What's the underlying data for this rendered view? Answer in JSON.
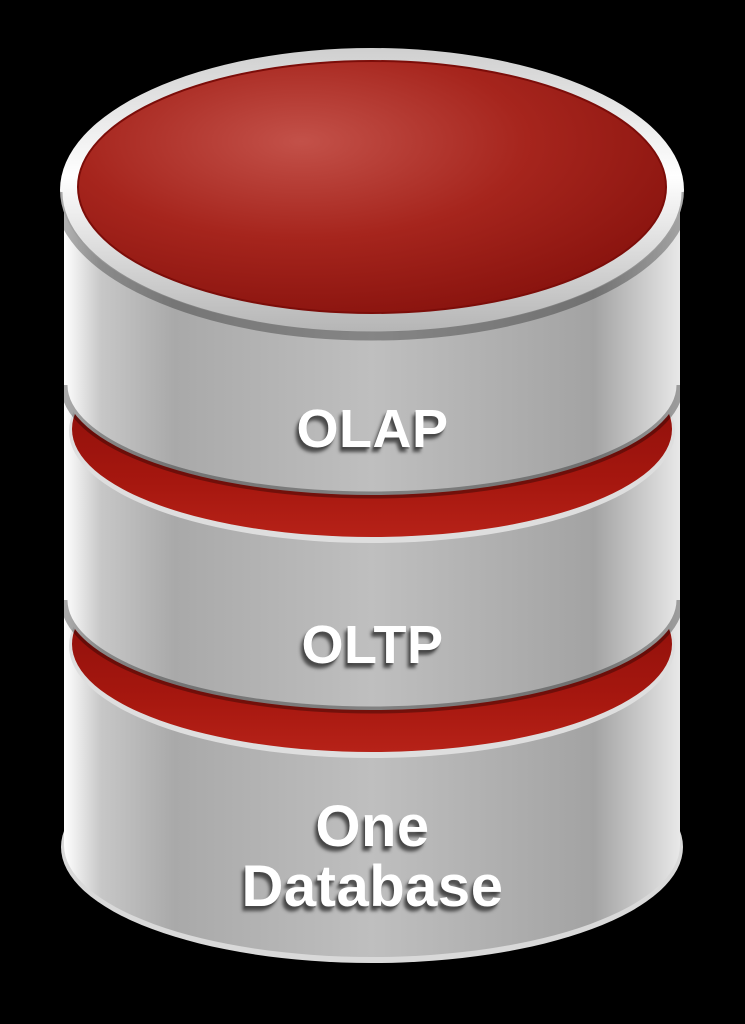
{
  "diagram": {
    "type": "stacked-database-cylinder",
    "description": "Three stacked database cylinder segments labeled OLAP, OLTP and One Database on a black background",
    "labels": {
      "top_segment": "OLAP",
      "middle_segment": "OLTP",
      "bottom_segment_line1": "One",
      "bottom_segment_line2": "Database"
    },
    "colors": {
      "background": "#000000",
      "body_edge_left": "#ffffff",
      "body_soft": "#c7c7c7",
      "body_shade": "#a9a9a9",
      "body_mid": "#bfbfbf",
      "body_dark": "#a3a3a3",
      "body_edge_right": "#e8e8e8",
      "rim_top": "#cfcfcf",
      "rim_bright": "#ffffff",
      "rim_bottom": "#b5b5b5",
      "face_red_sheen": "#c35149",
      "face_red_mid": "#a6251d",
      "face_red_deep": "#7f0d09",
      "face_red_edge": "#7c0d09",
      "band_shadow": "#5f0804",
      "band_mid": "#8f100b",
      "band_red": "#a6170f",
      "band_bright": "#b62218",
      "band_rim_highlight": "#dedede",
      "bottom_rim": "#d9d9d9",
      "label_text": "#ffffff",
      "label_shadow": "#3c3c3c"
    }
  }
}
